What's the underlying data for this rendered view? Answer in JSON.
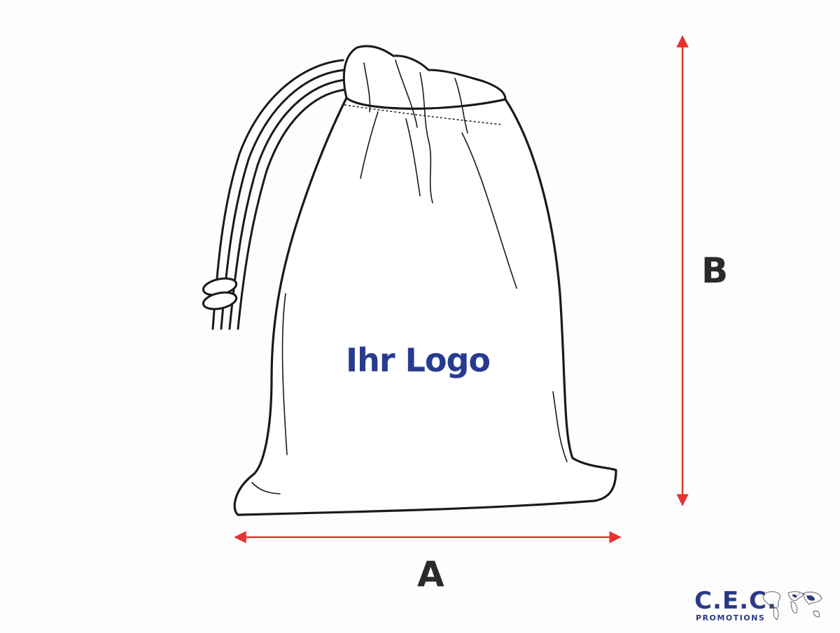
{
  "dimension_a": {
    "label": "A"
  },
  "dimension_b": {
    "label": "B"
  },
  "bag": {
    "logo_text": "Ihr Logo"
  },
  "brand": {
    "name": "C.E.C.",
    "sub": "PROMOTIONS"
  },
  "colors": {
    "arrow": "#e53232",
    "logo": "#283b8f",
    "outline": "#1a1a1a",
    "label": "#2a2a2a"
  }
}
